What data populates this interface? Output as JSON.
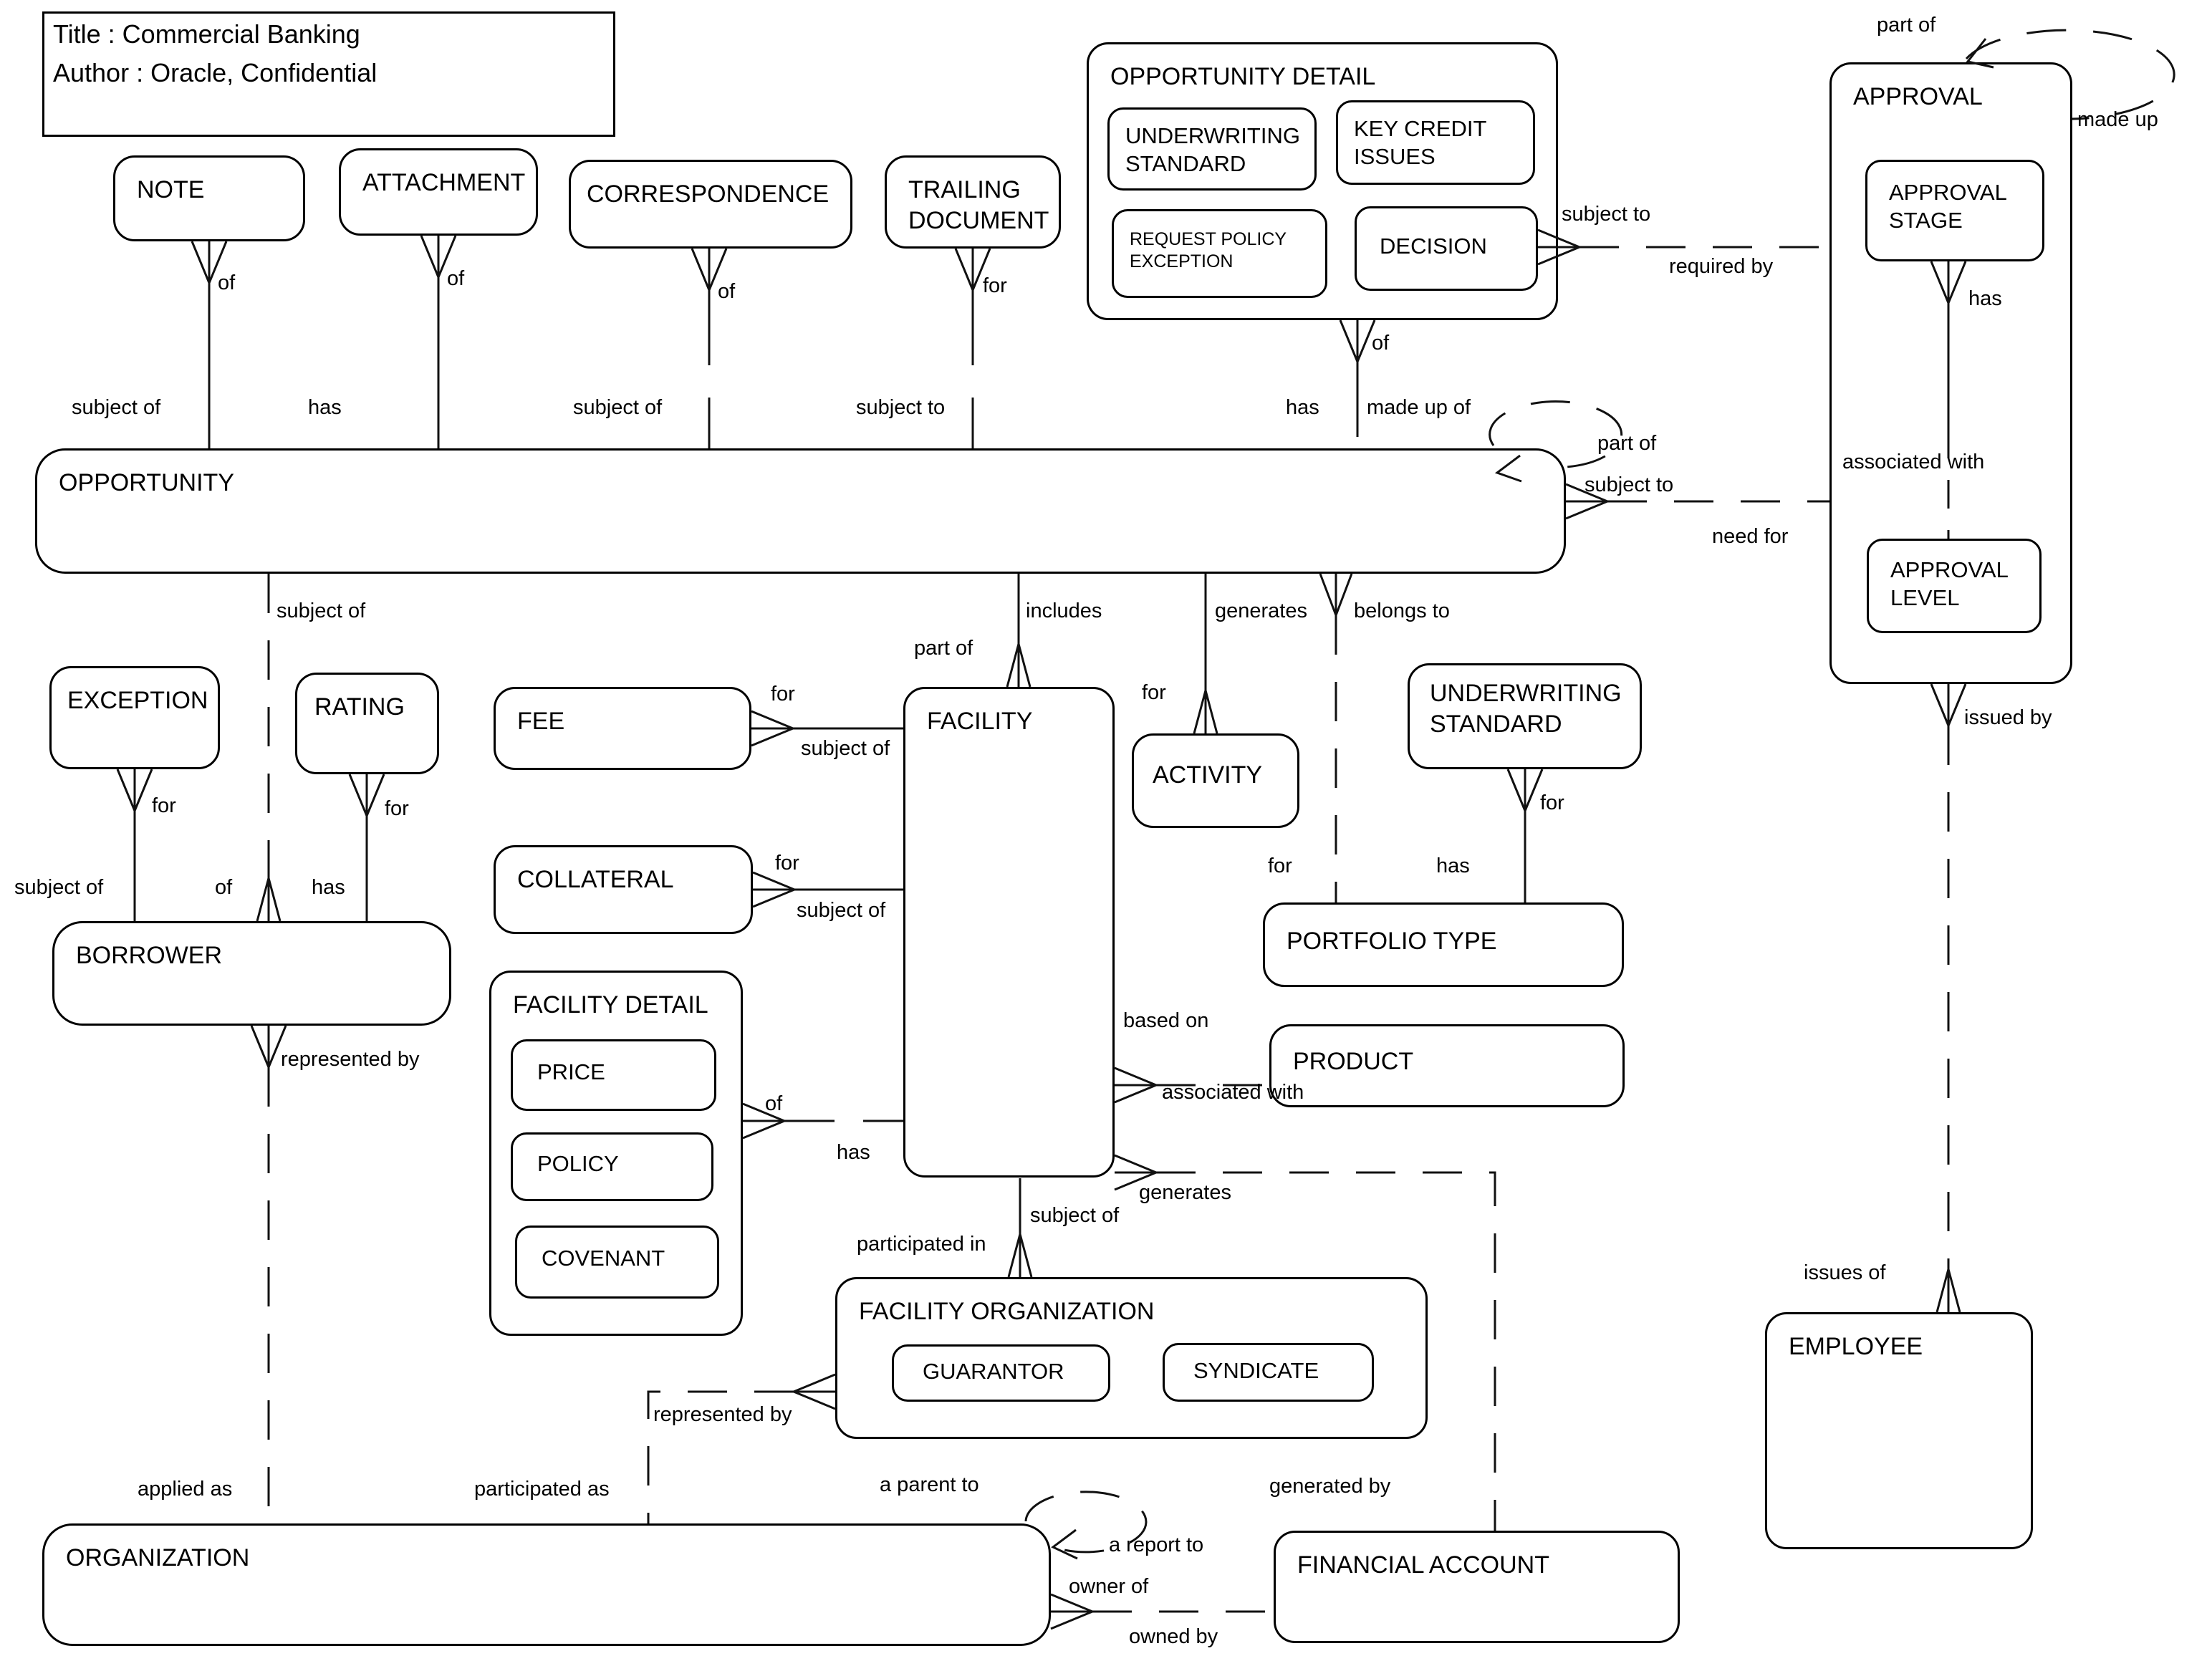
{
  "title": {
    "line1": "Title : Commercial Banking",
    "line2": "Author : Oracle, Confidential"
  },
  "entities": {
    "note": {
      "label": "NOTE"
    },
    "attachment": {
      "label": "ATTACHMENT"
    },
    "correspondence": {
      "label": "CORRESPONDENCE"
    },
    "trailing_document": {
      "label": "TRAILING DOCUMENT"
    },
    "opportunity_detail": {
      "label": "OPPORTUNITY DETAIL"
    },
    "underwriting_standard_detail": {
      "label": "UNDERWRITING STANDARD"
    },
    "key_credit_issues": {
      "label": "KEY CREDIT ISSUES"
    },
    "request_policy_exception": {
      "label": "REQUEST POLICY EXCEPTION"
    },
    "decision": {
      "label": "DECISION"
    },
    "approval": {
      "label": "APPROVAL"
    },
    "approval_stage": {
      "label": "APPROVAL STAGE"
    },
    "approval_level": {
      "label": "APPROVAL LEVEL"
    },
    "opportunity": {
      "label": "OPPORTUNITY"
    },
    "exception": {
      "label": "EXCEPTION"
    },
    "rating": {
      "label": "RATING"
    },
    "borrower": {
      "label": "BORROWER"
    },
    "fee": {
      "label": "FEE"
    },
    "collateral": {
      "label": "COLLATERAL"
    },
    "facility_detail": {
      "label": "FACILITY DETAIL"
    },
    "price": {
      "label": "PRICE"
    },
    "policy": {
      "label": "POLICY"
    },
    "covenant": {
      "label": "COVENANT"
    },
    "facility": {
      "label": "FACILITY"
    },
    "activity": {
      "label": "ACTIVITY"
    },
    "underwriting_standard": {
      "label": "UNDERWRITING STANDARD"
    },
    "portfolio_type": {
      "label": "PORTFOLIO TYPE"
    },
    "product": {
      "label": "PRODUCT"
    },
    "facility_organization": {
      "label": "FACILITY ORGANIZATION"
    },
    "guarantor": {
      "label": "GUARANTOR"
    },
    "syndicate": {
      "label": "SYNDICATE"
    },
    "organization": {
      "label": "ORGANIZATION"
    },
    "financial_account": {
      "label": "FINANCIAL ACCOUNT"
    },
    "employee": {
      "label": "EMPLOYEE"
    }
  },
  "rels": {
    "note_of": "of",
    "attachment_of": "of",
    "correspondence_of": "of",
    "trailing_for": "for",
    "note_subject_of": "subject of",
    "attachment_has": "has",
    "correspondence_subject_of": "subject of",
    "trailing_subject_to": "subject to",
    "oppdetail_of": "of",
    "oppdetail_has": "has",
    "oppdetail_made_up_of": "made up of",
    "decision_subject_to": "subject to",
    "decision_required_by": "required by",
    "approval_part_of": "part of",
    "approval_made_up": "made up",
    "stage_has": "has",
    "approval_associated_with": "associated with",
    "approval_issued_by": "issued by",
    "opp_part_of": "part of",
    "opp_subject_to": "subject to",
    "opp_need_for": "need for",
    "opp_subject_of": "subject of",
    "borrower_of": "of",
    "opp_includes": "includes",
    "facility_part_of": "part of",
    "opp_generates": "generates",
    "activity_for": "for",
    "opp_belongs_to": "belongs to",
    "portfolio_for": "for",
    "exception_for": "for",
    "exception_subject_of": "subject of",
    "rating_for": "for",
    "rating_has": "has",
    "borrower_represented_by": "represented by",
    "org_applied_as": "applied as",
    "fee_for": "for",
    "fee_subject_of": "subject of",
    "collateral_for": "for",
    "collateral_subject_of": "subject of",
    "facility_detail_of": "of",
    "facility_detail_has": "has",
    "uw_for": "for",
    "uw_has": "has",
    "product_based_on": "based on",
    "product_associated_with": "associated with",
    "facility_generates": "generates",
    "fin_generated_by": "generated by",
    "facorg_subject_of": "subject of",
    "facorg_participated_in": "participated in",
    "facorg_represented_by": "represented by",
    "org_participated_as": "participated as",
    "org_a_parent_to": "a parent to",
    "org_a_report_to": "a report to",
    "org_owner_of": "owner of",
    "org_owned_by": "owned by",
    "employee_issues_of": "issues of"
  }
}
